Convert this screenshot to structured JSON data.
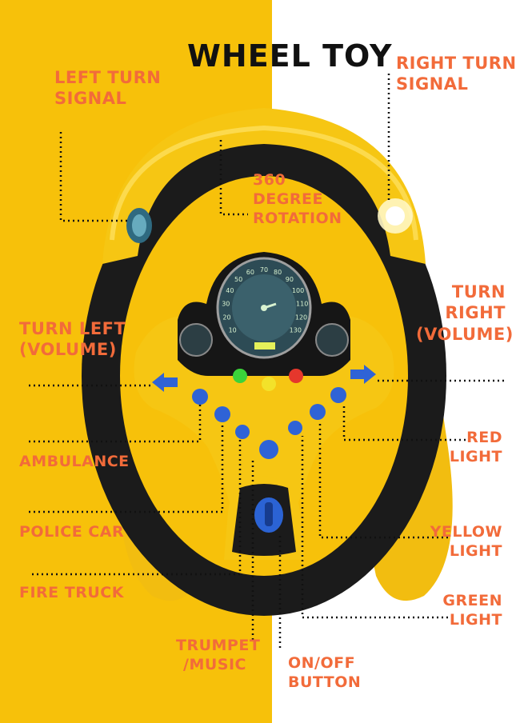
{
  "title": "WHEEL TOY",
  "colors": {
    "bg_left": "#F7C10A",
    "bg_right": "#FFFFFF",
    "label": "#F26B3A",
    "wheel_yellow": "#F6C613",
    "wheel_black": "#1B1B1B",
    "button_blue": "#2F63D6"
  },
  "labels": {
    "left_turn_signal": "LEFT TURN\nSIGNAL",
    "right_turn_signal": "RIGHT TURN\nSIGNAL",
    "rotation": "360\nDEGREE\nROTATION",
    "turn_left": "TURN LEFT\n(VOLUME)",
    "turn_right": "TURN\nRIGHT\n(VOLUME)",
    "ambulance": "AMBULANCE",
    "police_car": "POLICE CAR",
    "fire_truck": "FIRE TRUCK",
    "trumpet": "TRUMPET\n/MUSIC",
    "on_off": "ON/OFF\nBUTTON",
    "red_light": "RED\nLIGHT",
    "yellow_light": "YELLOW\nLIGHT",
    "green_light": "GREEN\nLIGHT"
  },
  "speedometer": {
    "ticks": [
      "10",
      "20",
      "30",
      "40",
      "50",
      "60",
      "70",
      "80",
      "90",
      "100",
      "110",
      "120",
      "130"
    ]
  }
}
